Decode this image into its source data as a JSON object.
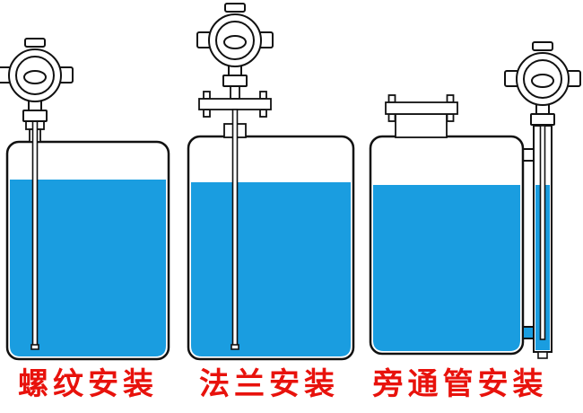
{
  "diagram": {
    "description": "Three tanks showing level transmitter installation methods",
    "installations": [
      {
        "id": "threaded",
        "label": "螺纹安装"
      },
      {
        "id": "flange",
        "label": "法兰安装"
      },
      {
        "id": "bypass",
        "label": "旁通管安装"
      }
    ]
  },
  "icons": {
    "transmitter": "transmitter-head-icon",
    "flange": "flange-plate-icon",
    "probe": "probe-rod-icon",
    "bypass_pipe": "bypass-pipe-icon"
  },
  "colors": {
    "liquid": "#1a9de0",
    "outline": "#111111",
    "label_red": "#e8120c",
    "background": "#ffffff"
  }
}
